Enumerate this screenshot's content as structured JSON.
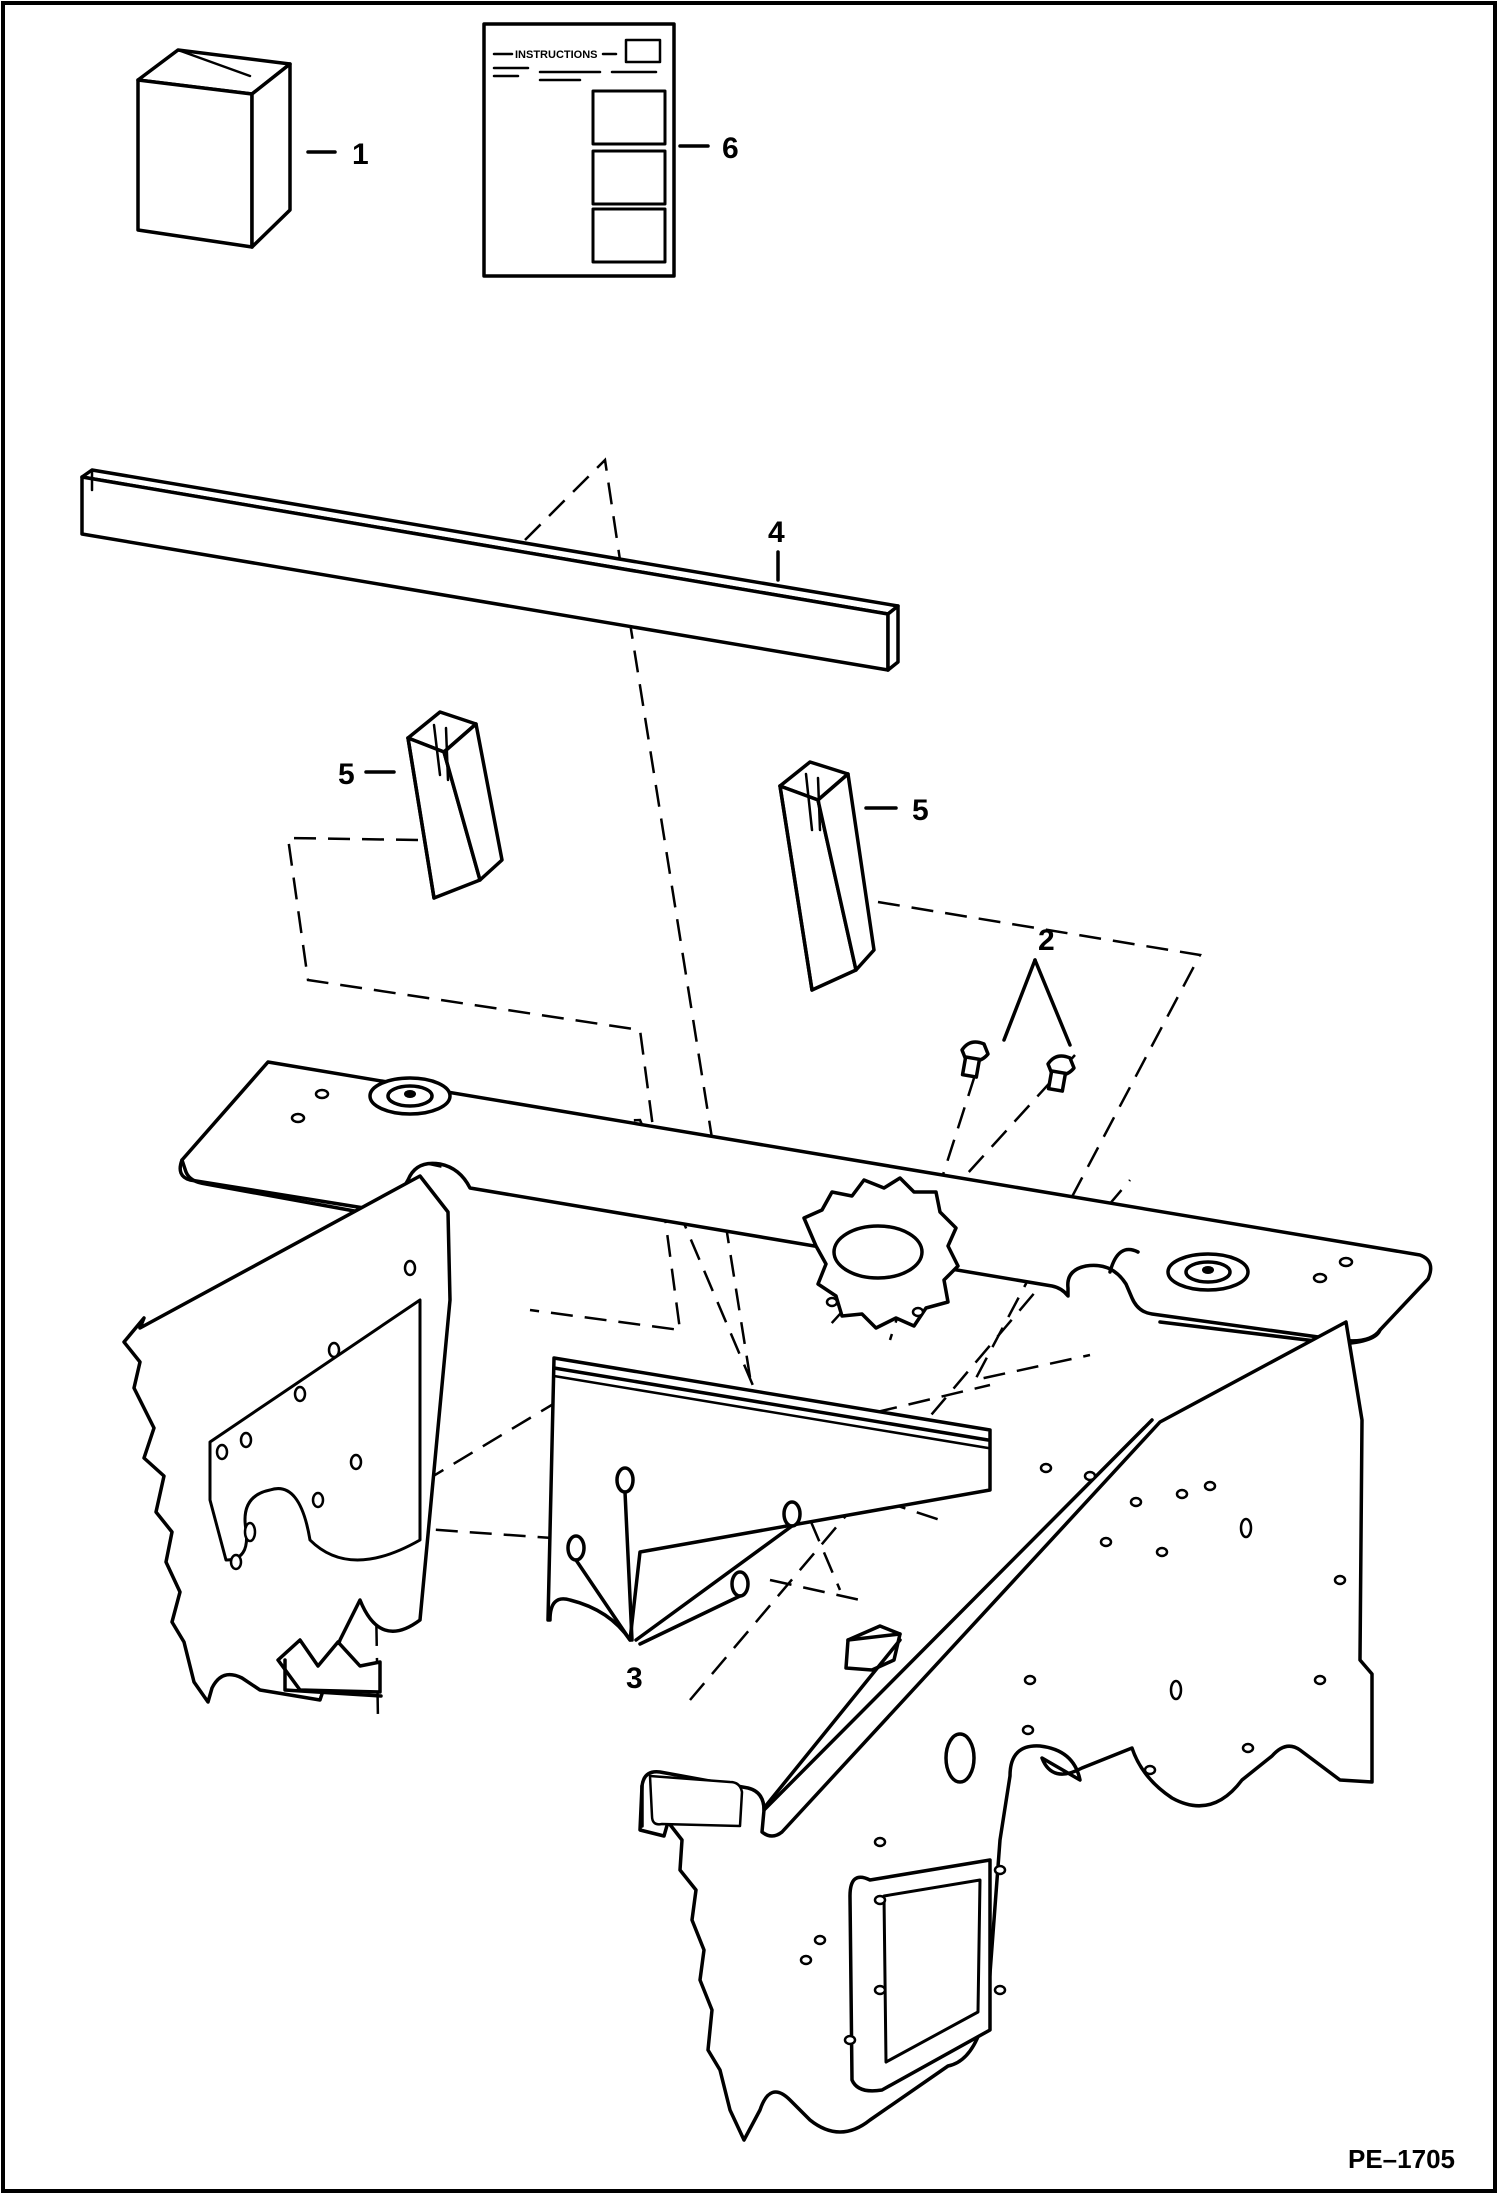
{
  "callouts": {
    "c1": "1",
    "c2": "2",
    "c3": "3",
    "c4": "4",
    "c5a": "5",
    "c5b": "5",
    "c6": "6"
  },
  "instructions_sheet": {
    "heading": "INSTRUCTIONS"
  },
  "figure_code": "PE–1705"
}
